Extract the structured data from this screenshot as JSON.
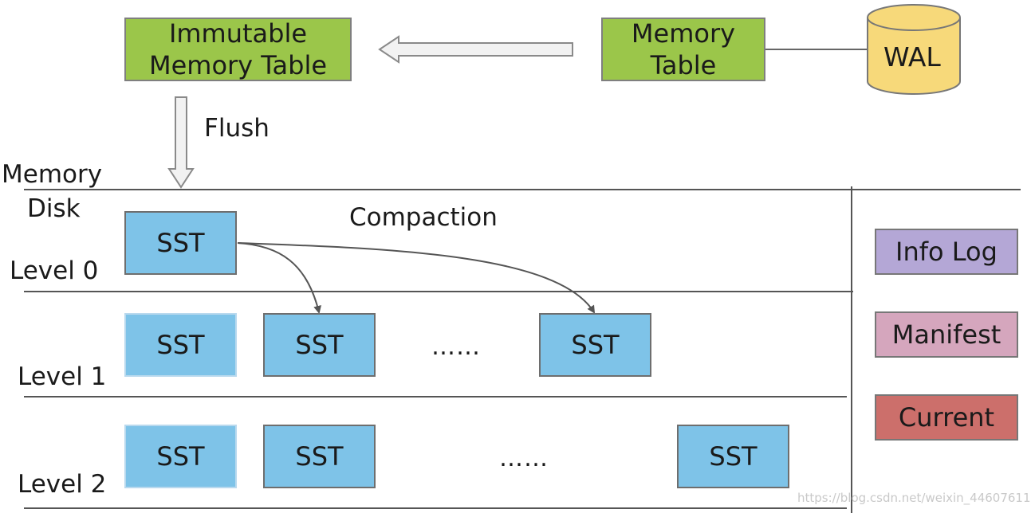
{
  "colors": {
    "memtable_fill": "#9bc64a",
    "wal_fill": "#f7d97a",
    "sst_fill": "#7ec3e8",
    "info_log_fill": "#b4a7d6",
    "manifest_fill": "#d5a6bd",
    "current_fill": "#cc6f6b"
  },
  "icons": {
    "wal": "database-cylinder-icon",
    "arrow_left": "hollow-arrow-left-icon",
    "arrow_down": "hollow-arrow-down-icon"
  },
  "memory_area": {
    "immutable_table_label": "Immutable\nMemory Table",
    "memory_table_label": "Memory\nTable",
    "wal_label": "WAL",
    "flush_label": "Flush"
  },
  "boundary": {
    "memory_label": "Memory",
    "disk_label": "Disk"
  },
  "levels": [
    {
      "label": "Level 0",
      "ssts": [
        "SST"
      ],
      "ellipsis": ""
    },
    {
      "label": "Level 1",
      "ssts": [
        "SST",
        "SST",
        "SST"
      ],
      "ellipsis": "……"
    },
    {
      "label": "Level 2",
      "ssts": [
        "SST",
        "SST",
        "SST"
      ],
      "ellipsis": "……"
    }
  ],
  "compaction_label": "Compaction",
  "side_files": [
    "Info Log",
    "Manifest",
    "Current"
  ],
  "watermark": "https://blog.csdn.net/weixin_44607611"
}
